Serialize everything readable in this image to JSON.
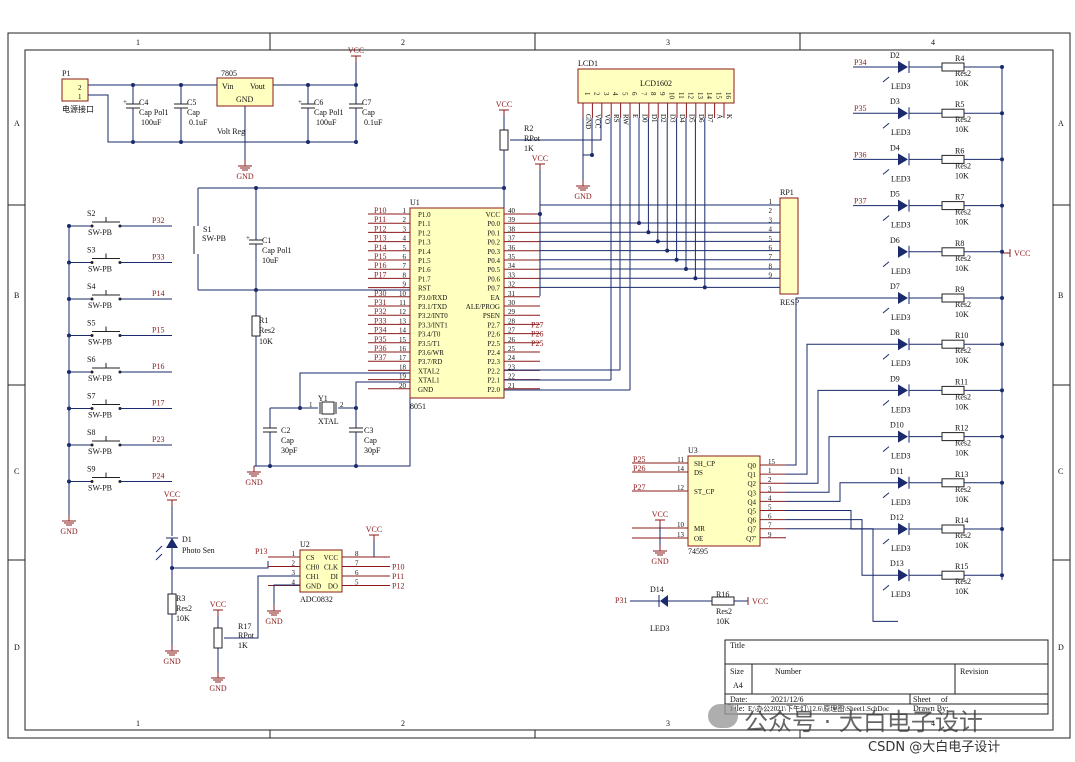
{
  "frame": {
    "cols": [
      "1",
      "2",
      "3",
      "4"
    ],
    "rows": [
      "A",
      "B",
      "C",
      "D"
    ]
  },
  "power": {
    "p1": "P1",
    "p1_pins": [
      "2",
      "1"
    ],
    "p1_desc": "电源接口",
    "reg": "7805",
    "reg_vin": "Vin",
    "reg_vout": "Vout",
    "reg_gnd": "GND",
    "reg_desc": "Volt Reg",
    "c4": "C4",
    "c4_type": "Cap Pol1",
    "c4_val": "100uF",
    "c5": "C5",
    "c5_type": "Cap",
    "c5_val": "0.1uF",
    "c6": "C6",
    "c6_type": "Cap Pol1",
    "c6_val": "100uF",
    "c7": "C7",
    "c7_type": "Cap",
    "c7_val": "0.1uF",
    "vcc": "VCC",
    "gnd": "GND"
  },
  "buttons": {
    "s1": "S1",
    "type": "SW-PB",
    "list": [
      {
        "ref": "S2",
        "net": "P32"
      },
      {
        "ref": "S3",
        "net": "P33"
      },
      {
        "ref": "S4",
        "net": "P14"
      },
      {
        "ref": "S5",
        "net": "P15"
      },
      {
        "ref": "S6",
        "net": "P16"
      },
      {
        "ref": "S7",
        "net": "P17"
      },
      {
        "ref": "S8",
        "net": "P23"
      },
      {
        "ref": "S9",
        "net": "P24"
      }
    ]
  },
  "reset": {
    "c1": "C1",
    "c1_type": "Cap Pol1",
    "c1_val": "10uF",
    "r1": "R1",
    "r1_type": "Res2",
    "r1_val": "10K"
  },
  "crystal": {
    "y1": "Y1",
    "y1_type": "XTAL",
    "pin1": "1",
    "pin2": "2",
    "c2": "C2",
    "c2_type": "Cap",
    "c2_val": "30pF",
    "c3": "C3",
    "c3_type": "Cap",
    "c3_val": "30pF"
  },
  "mcu": {
    "ref": "U1",
    "name": "8051",
    "left": [
      {
        "net": "P10",
        "pin": "1",
        "name": "P1.0"
      },
      {
        "net": "P11",
        "pin": "2",
        "name": "P1.1"
      },
      {
        "net": "P12",
        "pin": "3",
        "name": "P1.2"
      },
      {
        "net": "P13",
        "pin": "4",
        "name": "P1.3"
      },
      {
        "net": "P14",
        "pin": "5",
        "name": "P1.4"
      },
      {
        "net": "P15",
        "pin": "6",
        "name": "P1.5"
      },
      {
        "net": "P16",
        "pin": "7",
        "name": "P1.6"
      },
      {
        "net": "P17",
        "pin": "8",
        "name": "P1.7"
      },
      {
        "net": "",
        "pin": "9",
        "name": "RST"
      },
      {
        "net": "P30",
        "pin": "10",
        "name": "P3.0/RXD"
      },
      {
        "net": "P31",
        "pin": "11",
        "name": "P3.1/TXD"
      },
      {
        "net": "P32",
        "pin": "12",
        "name": "P3.2/INT0"
      },
      {
        "net": "P33",
        "pin": "13",
        "name": "P3.3/INT1"
      },
      {
        "net": "P34",
        "pin": "14",
        "name": "P3.4/T0"
      },
      {
        "net": "P35",
        "pin": "15",
        "name": "P3.5/T1"
      },
      {
        "net": "P36",
        "pin": "16",
        "name": "P3.6/WR"
      },
      {
        "net": "P37",
        "pin": "17",
        "name": "P3.7/RD"
      },
      {
        "net": "",
        "pin": "18",
        "name": "XTAL2"
      },
      {
        "net": "",
        "pin": "19",
        "name": "XTAL1"
      },
      {
        "net": "",
        "pin": "20",
        "name": "GND"
      }
    ],
    "right": [
      {
        "net": "",
        "pin": "40",
        "name": "VCC"
      },
      {
        "net": "",
        "pin": "39",
        "name": "P0.0"
      },
      {
        "net": "",
        "pin": "38",
        "name": "P0.1"
      },
      {
        "net": "",
        "pin": "37",
        "name": "P0.2"
      },
      {
        "net": "",
        "pin": "36",
        "name": "P0.3"
      },
      {
        "net": "",
        "pin": "35",
        "name": "P0.4"
      },
      {
        "net": "",
        "pin": "34",
        "name": "P0.5"
      },
      {
        "net": "",
        "pin": "33",
        "name": "P0.6"
      },
      {
        "net": "",
        "pin": "32",
        "name": "P0.7"
      },
      {
        "net": "",
        "pin": "31",
        "name": "EA"
      },
      {
        "net": "",
        "pin": "30",
        "name": "ALE/PROG"
      },
      {
        "net": "",
        "pin": "29",
        "name": "PSEN"
      },
      {
        "net": "P27",
        "pin": "28",
        "name": "P2.7"
      },
      {
        "net": "P26",
        "pin": "27",
        "name": "P2.6"
      },
      {
        "net": "P25",
        "pin": "26",
        "name": "P2.5"
      },
      {
        "net": "",
        "pin": "25",
        "name": "P2.4"
      },
      {
        "net": "",
        "pin": "24",
        "name": "P2.3"
      },
      {
        "net": "",
        "pin": "23",
        "name": "P2.2"
      },
      {
        "net": "",
        "pin": "22",
        "name": "P2.1"
      },
      {
        "net": "",
        "pin": "21",
        "name": "P2.0"
      }
    ]
  },
  "lcd": {
    "ref": "LCD1",
    "name": "LCD1602",
    "pins": [
      "1",
      "2",
      "3",
      "4",
      "5",
      "6",
      "7",
      "8",
      "9",
      "10",
      "11",
      "12",
      "13",
      "14",
      "15",
      "16"
    ],
    "labels": [
      "GND",
      "VCC",
      "VO",
      "RS",
      "RW",
      "E",
      "D0",
      "D1",
      "D2",
      "D3",
      "D4",
      "D5",
      "D6",
      "D7",
      "A",
      "K"
    ]
  },
  "pot2": {
    "ref": "R2",
    "type": "RPot",
    "val": "1K"
  },
  "rp1": {
    "ref": "RP1",
    "type": "RESP",
    "pins": [
      "1",
      "2",
      "3",
      "4",
      "5",
      "6",
      "7",
      "8",
      "9"
    ]
  },
  "leds": {
    "nets": [
      "P34",
      "P35",
      "P36",
      "P37"
    ],
    "list": [
      {
        "d": "D2",
        "r": "R4"
      },
      {
        "d": "D3",
        "r": "R5"
      },
      {
        "d": "D4",
        "r": "R6"
      },
      {
        "d": "D5",
        "r": "R7"
      },
      {
        "d": "D6",
        "r": "R8"
      },
      {
        "d": "D7",
        "r": "R9"
      },
      {
        "d": "D8",
        "r": "R10"
      },
      {
        "d": "D9",
        "r": "R11"
      },
      {
        "d": "D10",
        "r": "R12"
      },
      {
        "d": "D11",
        "r": "R13"
      },
      {
        "d": "D12",
        "r": "R14"
      },
      {
        "d": "D13",
        "r": "R15"
      }
    ],
    "led_type": "LED3",
    "res_type": "Res2",
    "res_val": "10K"
  },
  "u3": {
    "ref": "U3",
    "name": "74595",
    "left": [
      {
        "net": "P25",
        "pin": "11",
        "name": "SH_CP"
      },
      {
        "net": "P26",
        "pin": "14",
        "name": "DS"
      },
      {
        "net": "P27",
        "pin": "12",
        "name": "ST_CP"
      },
      {
        "net": "",
        "pin": "10",
        "name": "MR"
      },
      {
        "net": "",
        "pin": "13",
        "name": "OE"
      }
    ],
    "right": [
      {
        "pin": "15",
        "name": "Q0"
      },
      {
        "pin": "1",
        "name": "Q1"
      },
      {
        "pin": "2",
        "name": "Q2"
      },
      {
        "pin": "3",
        "name": "Q3"
      },
      {
        "pin": "4",
        "name": "Q4"
      },
      {
        "pin": "5",
        "name": "Q5"
      },
      {
        "pin": "6",
        "name": "Q6"
      },
      {
        "pin": "7",
        "name": "Q7"
      },
      {
        "pin": "9",
        "name": "Q7'"
      }
    ]
  },
  "photo": {
    "ref": "D1",
    "type": "Photo Sen",
    "r3": "R3",
    "r3_type": "Res2",
    "r3_val": "10K"
  },
  "adc": {
    "ref": "U2",
    "name": "ADC0832",
    "left": [
      {
        "pin": "1",
        "name": "CS"
      },
      {
        "pin": "2",
        "name": "CH0"
      },
      {
        "pin": "3",
        "name": "CH1"
      },
      {
        "pin": "4",
        "name": "GND"
      }
    ],
    "right": [
      {
        "pin": "8",
        "name": "VCC",
        "net": ""
      },
      {
        "pin": "7",
        "name": "CLK",
        "net": "P10"
      },
      {
        "pin": "6",
        "name": "DI",
        "net": "P11"
      },
      {
        "pin": "5",
        "name": "DO",
        "net": "P12"
      }
    ],
    "cs_net": "P13"
  },
  "pot17": {
    "ref": "R17",
    "type": "RPot",
    "val": "1K"
  },
  "d14": {
    "ref": "D14",
    "type": "LED3",
    "net": "P31",
    "r": "R16",
    "r_type": "Res2",
    "r_val": "10K"
  },
  "titleblock": {
    "title": "Title",
    "size": "Size",
    "size_val": "A4",
    "number": "Number",
    "revision": "Revision",
    "date": "Date:",
    "date_val": "2021/12/6",
    "file": "File:",
    "file_val": "E:\\办公2021\\下午灯\\12.6\\原理图\\Sheet1.SchDoc",
    "sheet": "Sheet",
    "of": "of",
    "drawn": "Drawn By:"
  },
  "watermark": {
    "line1": "公众号 · 大白电子设计",
    "line2": "CSDN @大白电子设计"
  }
}
